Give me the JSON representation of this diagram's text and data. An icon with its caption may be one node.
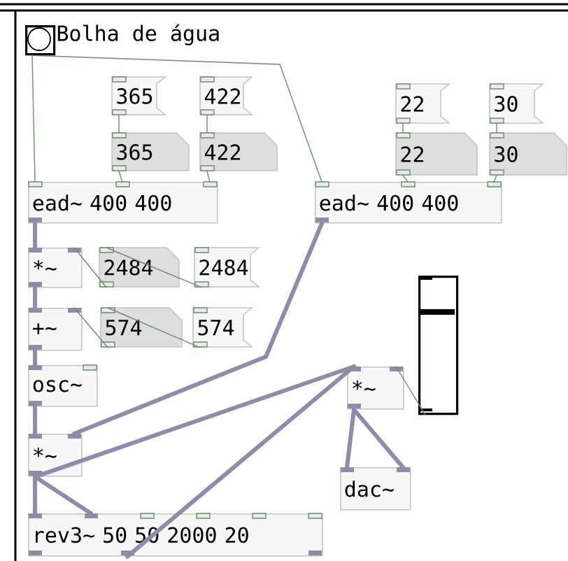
{
  "diagram": {
    "nodes": [
      {
        "text": [],
        "shape": "box"
      },
      {
        "text": [
          "365"
        ]
      },
      {
        "text": [
          "422"
        ]
      },
      {
        "text": [
          "22"
        ]
      },
      {
        "text": [
          "30"
        ]
      },
      {
        "text": [
          "365"
        ]
      },
      {
        "text": [
          "422"
        ]
      },
      {
        "text": [
          "22"
        ]
      },
      {
        "text": [
          "30"
        ]
      },
      {
        "text": [
          "ead~ 400 400"
        ]
      },
      {
        "text": [
          "ead~ 400 400"
        ]
      },
      {
        "text": [
          "*~"
        ]
      },
      {
        "text": [
          "2484"
        ]
      },
      {
        "text": [
          "2484"
        ]
      },
      {
        "text": [
          "+~"
        ]
      },
      {
        "text": [
          "574"
        ]
      },
      {
        "text": [
          "574"
        ]
      },
      {
        "text": [
          "osc~"
        ]
      },
      {
        "text": [],
        "shape": "bar"
      },
      {
        "text": [
          "*~"
        ]
      },
      {
        "text": [
          "*~"
        ]
      },
      {
        "text": [
          "dac~"
        ]
      },
      {
        "text": [
          "rev3~ 50 50 2000 20"
        ]
      }
    ],
    "edges": [
      {
        "from": 0,
        "to": 9,
        "arrow": "none"
      },
      {
        "from": 0,
        "to": 10,
        "arrow": "none"
      },
      {
        "from": 1,
        "to": 5,
        "arrow": "none"
      },
      {
        "from": 5,
        "to": 9,
        "arrow": "none"
      },
      {
        "from": 2,
        "to": 6,
        "arrow": "none"
      },
      {
        "from": 6,
        "to": 9,
        "arrow": "none"
      },
      {
        "from": 3,
        "to": 7,
        "arrow": "none"
      },
      {
        "from": 7,
        "to": 10,
        "arrow": "none"
      },
      {
        "from": 4,
        "to": 8,
        "arrow": "none"
      },
      {
        "from": 8,
        "to": 10,
        "arrow": "none"
      },
      {
        "from": 9,
        "to": 11,
        "arrow": "none",
        "style": "thick",
        "color": "#8e8cab"
      },
      {
        "from": 13,
        "to": 12,
        "arrow": "none"
      },
      {
        "from": 12,
        "to": 11,
        "arrow": "none"
      },
      {
        "from": 11,
        "to": 14,
        "arrow": "none",
        "style": "thick",
        "color": "#8e8cab"
      },
      {
        "from": 16,
        "to": 15,
        "arrow": "none"
      },
      {
        "from": 15,
        "to": 14,
        "arrow": "none"
      },
      {
        "from": 14,
        "to": 17,
        "arrow": "none",
        "style": "thick",
        "color": "#8e8cab"
      },
      {
        "from": 17,
        "to": 20,
        "arrow": "none",
        "style": "thick",
        "color": "#8e8cab"
      },
      {
        "from": 10,
        "to": 20,
        "arrow": "none",
        "style": "thick",
        "color": "#8e8cab"
      },
      {
        "from": 20,
        "to": 19,
        "arrow": "none",
        "style": "thick",
        "color": "#8e8cab"
      },
      {
        "from": 18,
        "to": 19,
        "arrow": "none"
      },
      {
        "from": 20,
        "to": 22,
        "arrow": "none",
        "style": "thick",
        "color": "#8e8cab"
      },
      {
        "from": 20,
        "to": 22,
        "arrow": "none",
        "style": "thick",
        "color": "#8e8cab"
      },
      {
        "from": 22,
        "to": 19,
        "arrow": "none",
        "style": "thick",
        "color": "#8e8cab"
      },
      {
        "from": 19,
        "to": 21,
        "arrow": "none",
        "style": "thick",
        "color": "#8e8cab"
      },
      {
        "from": 19,
        "to": 21,
        "arrow": "none",
        "style": "thick",
        "color": "#8e8cab"
      }
    ],
    "labels": [
      "Bolha de água"
    ]
  }
}
